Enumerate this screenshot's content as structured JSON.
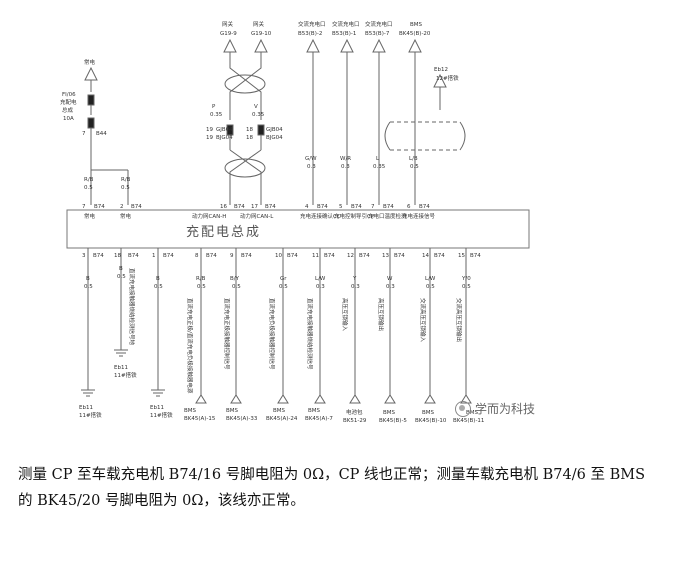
{
  "module_title": "充配电总成",
  "top_connectors": [
    {
      "name": "网关",
      "pin": "G19-9"
    },
    {
      "name": "网关",
      "pin": "G19-10"
    },
    {
      "name": "交流充电口",
      "pin": "B53(B)-2"
    },
    {
      "name": "交流充电口",
      "pin": "B53(B)-1"
    },
    {
      "name": "交流充电口",
      "pin": "B53(B)-7"
    },
    {
      "name": "BMS",
      "pin": "BK45(B)-20"
    }
  ],
  "fuse": {
    "line1": "常电",
    "name": "FI/06",
    "l2": "充配电",
    "l3": "总成",
    "rating": "10A",
    "pin7": "7",
    "conn": "B44"
  },
  "ground_top": {
    "name": "Eb12",
    "label": "12#搭铁"
  },
  "can_wire_labels": {
    "left_color": "P",
    "left_size": "0.35",
    "right_color": "V",
    "right_size": "0.35",
    "jb_pin_l1": "19",
    "jb_l1": "GJB04",
    "jb_pin_r1": "18",
    "jb_r1": "GJB04",
    "jb_pin_l2": "19",
    "jb_l2": "BJG04",
    "jb_pin_r2": "18",
    "jb_r2": "BJG04"
  },
  "top_pins": [
    {
      "wire": "R/B",
      "size": "0.5",
      "pin": "7",
      "conn": "B74",
      "label": "常电"
    },
    {
      "wire": "R/B",
      "size": "0.5",
      "pin": "2",
      "conn": "B74",
      "label": "常电"
    },
    {
      "wire": "",
      "size": "",
      "pin": "16",
      "conn": "B74",
      "label": "动力网CAN-H"
    },
    {
      "wire": "",
      "size": "",
      "pin": "17",
      "conn": "B74",
      "label": "动力网CAN-L"
    },
    {
      "wire": "G/W",
      "size": "0.3",
      "pin": "4",
      "conn": "B74",
      "label": "充电连接确认CC"
    },
    {
      "wire": "W/R",
      "size": "0.3",
      "pin": "5",
      "conn": "B74",
      "label": "充电控制导引CP"
    },
    {
      "wire": "L",
      "size": "0.35",
      "pin": "7",
      "conn": "B74",
      "label": "充电口温度检测"
    },
    {
      "wire": "L/B",
      "size": "0.5",
      "pin": "6",
      "conn": "B74",
      "label": "充电连接信号"
    }
  ],
  "bottom_pins": [
    {
      "pin": "3",
      "conn": "B74",
      "wire": "B",
      "size": "0.5",
      "func": "",
      "dest1": "Eb11",
      "dest2": "11#搭铁"
    },
    {
      "pin": "18",
      "conn": "B74",
      "wire": "B",
      "size": "0.5",
      "func": "直流充电接触器烧结检测信号地",
      "dest1": "Eb11",
      "dest2": "11#搭铁"
    },
    {
      "pin": "1",
      "conn": "B74",
      "wire": "B",
      "size": "0.5",
      "func": "",
      "dest1": "Eb11",
      "dest2": "11#搭铁"
    },
    {
      "pin": "8",
      "conn": "B74",
      "wire": "R/B",
      "size": "0.5",
      "func": "直流充电正极/直流充电负极接触器电源",
      "dest1": "BMS",
      "dest2": "BK45(A)-15"
    },
    {
      "pin": "9",
      "conn": "B74",
      "wire": "B/Y",
      "size": "0.5",
      "func": "直流充电正极接触器控制信号",
      "dest1": "BMS",
      "dest2": "BK45(A)-33"
    },
    {
      "pin": "10",
      "conn": "B74",
      "wire": "Gr",
      "size": "0.5",
      "func": "直流充电负极接触器控制信号",
      "dest1": "BMS",
      "dest2": "BK45(A)-24"
    },
    {
      "pin": "11",
      "conn": "B74",
      "wire": "L/W",
      "size": "0.3",
      "func": "直流充电接触器烧结检测信号",
      "dest1": "BMS",
      "dest2": "BK45(A)-7"
    },
    {
      "pin": "12",
      "conn": "B74",
      "wire": "Y",
      "size": "0.3",
      "func": "高压互锁输入",
      "dest1": "电池包",
      "dest2": "BK51-29"
    },
    {
      "pin": "13",
      "conn": "B74",
      "wire": "W",
      "size": "0.3",
      "func": "高压互锁输出",
      "dest1": "BMS",
      "dest2": "BK45(B)-5"
    },
    {
      "pin": "14",
      "conn": "B74",
      "wire": "L/W",
      "size": "0.5",
      "func": "交流高压互锁输入",
      "dest1": "BMS",
      "dest2": "BK45(B)-10"
    },
    {
      "pin": "15",
      "conn": "B74",
      "wire": "Y/0",
      "size": "0.5",
      "func": "交流高压互锁输出",
      "dest1": "BMS",
      "dest2": "BK45(B)-11"
    }
  ],
  "watermark": "学而为科技",
  "caption": "测量 CP 至车载充电机 B74/16 号脚电阻为 0Ω，CP 线也正常；测量车载充电机 B74/6 至 BMS 的 BK45/20 号脚电阻为 0Ω，该线亦正常。"
}
